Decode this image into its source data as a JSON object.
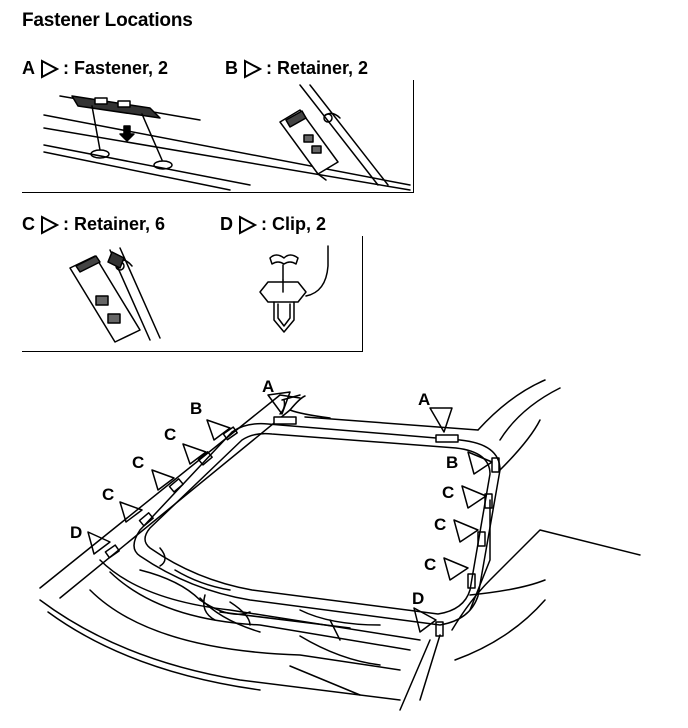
{
  "title": "Fastener Locations",
  "legend": {
    "a": {
      "letter": "A",
      "text": ": Fastener, 2"
    },
    "b": {
      "letter": "B",
      "text": ": Retainer, 2"
    },
    "c": {
      "letter": "C",
      "text": ": Retainer, 6"
    },
    "d": {
      "letter": "D",
      "text": ": Clip, 2"
    }
  },
  "callouts": {
    "a_left": "A",
    "a_right": "A",
    "b_left": "B",
    "b_right": "B",
    "c_left_1": "C",
    "c_left_2": "C",
    "c_left_3": "C",
    "c_right_1": "C",
    "c_right_2": "C",
    "c_right_3": "C",
    "d_left": "D",
    "d_right": "D"
  }
}
